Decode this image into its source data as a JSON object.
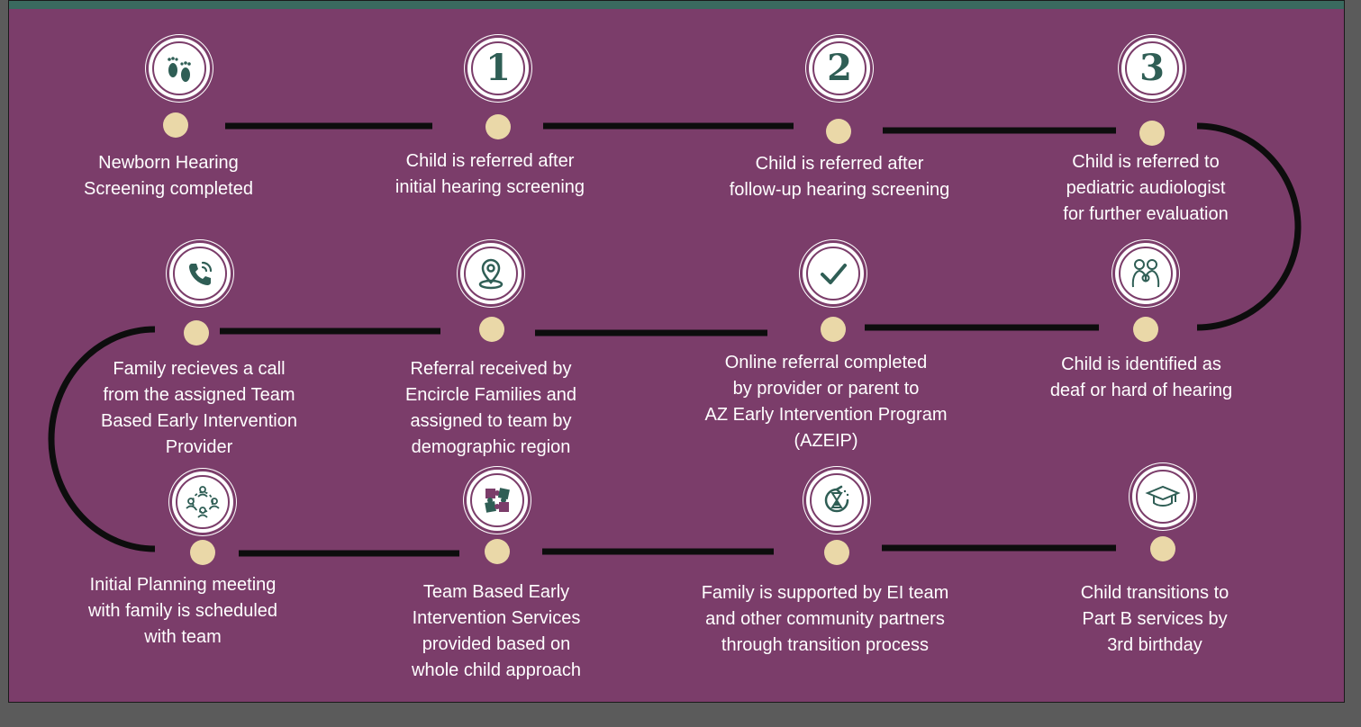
{
  "colors": {
    "background": "#7b3d6a",
    "top_bar": "#3a6a5f",
    "icon_teal": "#2f5e55",
    "dot": "#ead8a8",
    "connector": "#0d0d0d",
    "text": "#ffffff"
  },
  "steps": [
    {
      "icon": "footprints-icon",
      "number": "",
      "label": "Newborn Hearing\nScreening completed"
    },
    {
      "icon": "number-one-icon",
      "number": "1",
      "label": "Child is referred after\ninitial hearing screening"
    },
    {
      "icon": "number-two-icon",
      "number": "2",
      "label": "Child is referred after\nfollow-up hearing screening"
    },
    {
      "icon": "number-three-icon",
      "number": "3",
      "label": "Child is referred to\npediatric audiologist\nfor further evaluation"
    },
    {
      "icon": "family-icon",
      "number": "",
      "label": "Child is identified as\ndeaf or hard of hearing"
    },
    {
      "icon": "checkmark-icon",
      "number": "",
      "label": "Online referral completed\nby provider or parent to\nAZ Early Intervention Program\n(AZEIP)"
    },
    {
      "icon": "location-pin-icon",
      "number": "",
      "label": "Referral received by\nEncircle Families and\nassigned to team by\ndemographic region"
    },
    {
      "icon": "phone-call-icon",
      "number": "",
      "label": "Family recieves a call\nfrom the assigned Team\nBased Early Intervention\nProvider"
    },
    {
      "icon": "group-meeting-icon",
      "number": "",
      "label": "Initial Planning meeting\nwith family is scheduled\nwith team"
    },
    {
      "icon": "puzzle-pieces-icon",
      "number": "",
      "label": "Team Based Early\nIntervention Services\nprovided based on\nwhole child approach"
    },
    {
      "icon": "hourglass-cycle-icon",
      "number": "",
      "label": "Family is supported by EI team\nand other community partners\nthrough transition process"
    },
    {
      "icon": "graduation-cap-icon",
      "number": "",
      "label": "Child transitions to\nPart B services by\n3rd birthday"
    }
  ]
}
